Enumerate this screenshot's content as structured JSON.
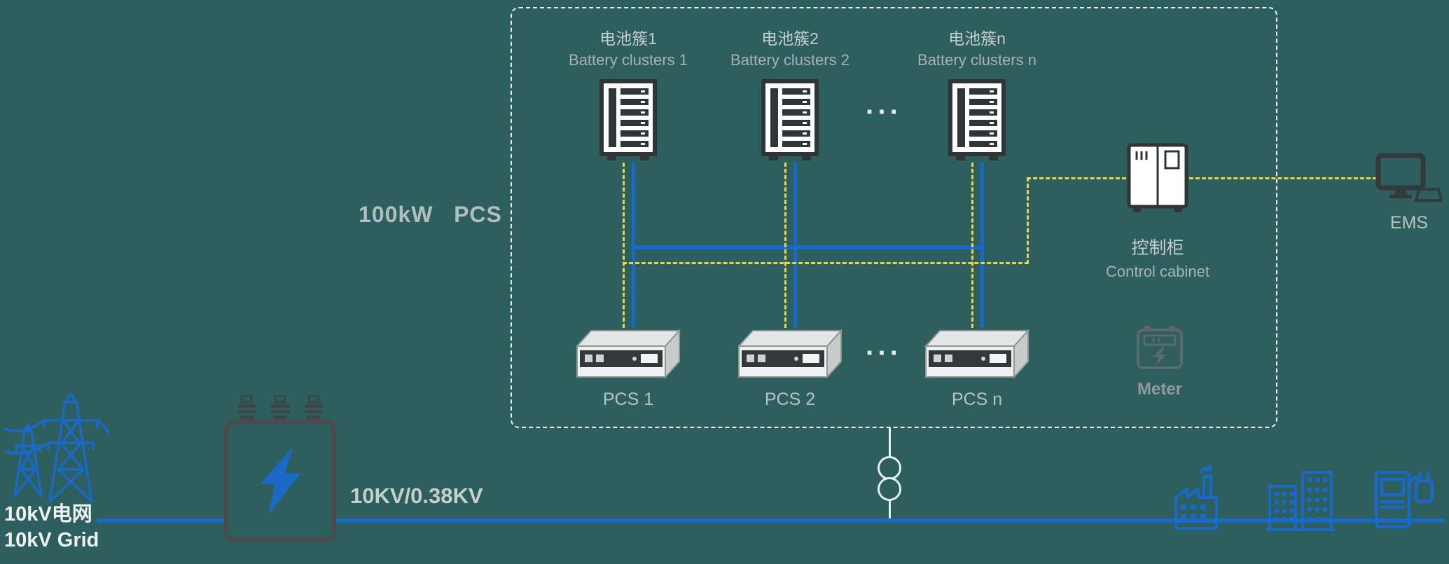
{
  "colors": {
    "background": "#2d5f5e",
    "accent_blue": "#1a69c7",
    "accent_yellow": "#e9d64f",
    "text_gray": "#b9c3c2",
    "text_white": "#eef3f2",
    "icon_dark": "#2f3437"
  },
  "diagram": {
    "pcs_system_label": "100kW   PCS",
    "ellipsis": "···",
    "clusters": [
      {
        "cn": "电池簇1",
        "en": "Battery clusters 1"
      },
      {
        "cn": "电池簇2",
        "en": "Battery clusters 2"
      },
      {
        "cn": "电池簇n",
        "en": "Battery clusters n"
      }
    ],
    "pcs_units": [
      {
        "label": "PCS 1"
      },
      {
        "label": "PCS 2"
      },
      {
        "label": "PCS n"
      }
    ],
    "control_cabinet": {
      "cn": "控制柜",
      "en": "Control cabinet"
    },
    "meter_label": "Meter",
    "ems_label": "EMS",
    "grid": {
      "cn": "10kV电网",
      "en": "10kV Grid"
    },
    "transformer_label": "10KV/0.38KV"
  }
}
